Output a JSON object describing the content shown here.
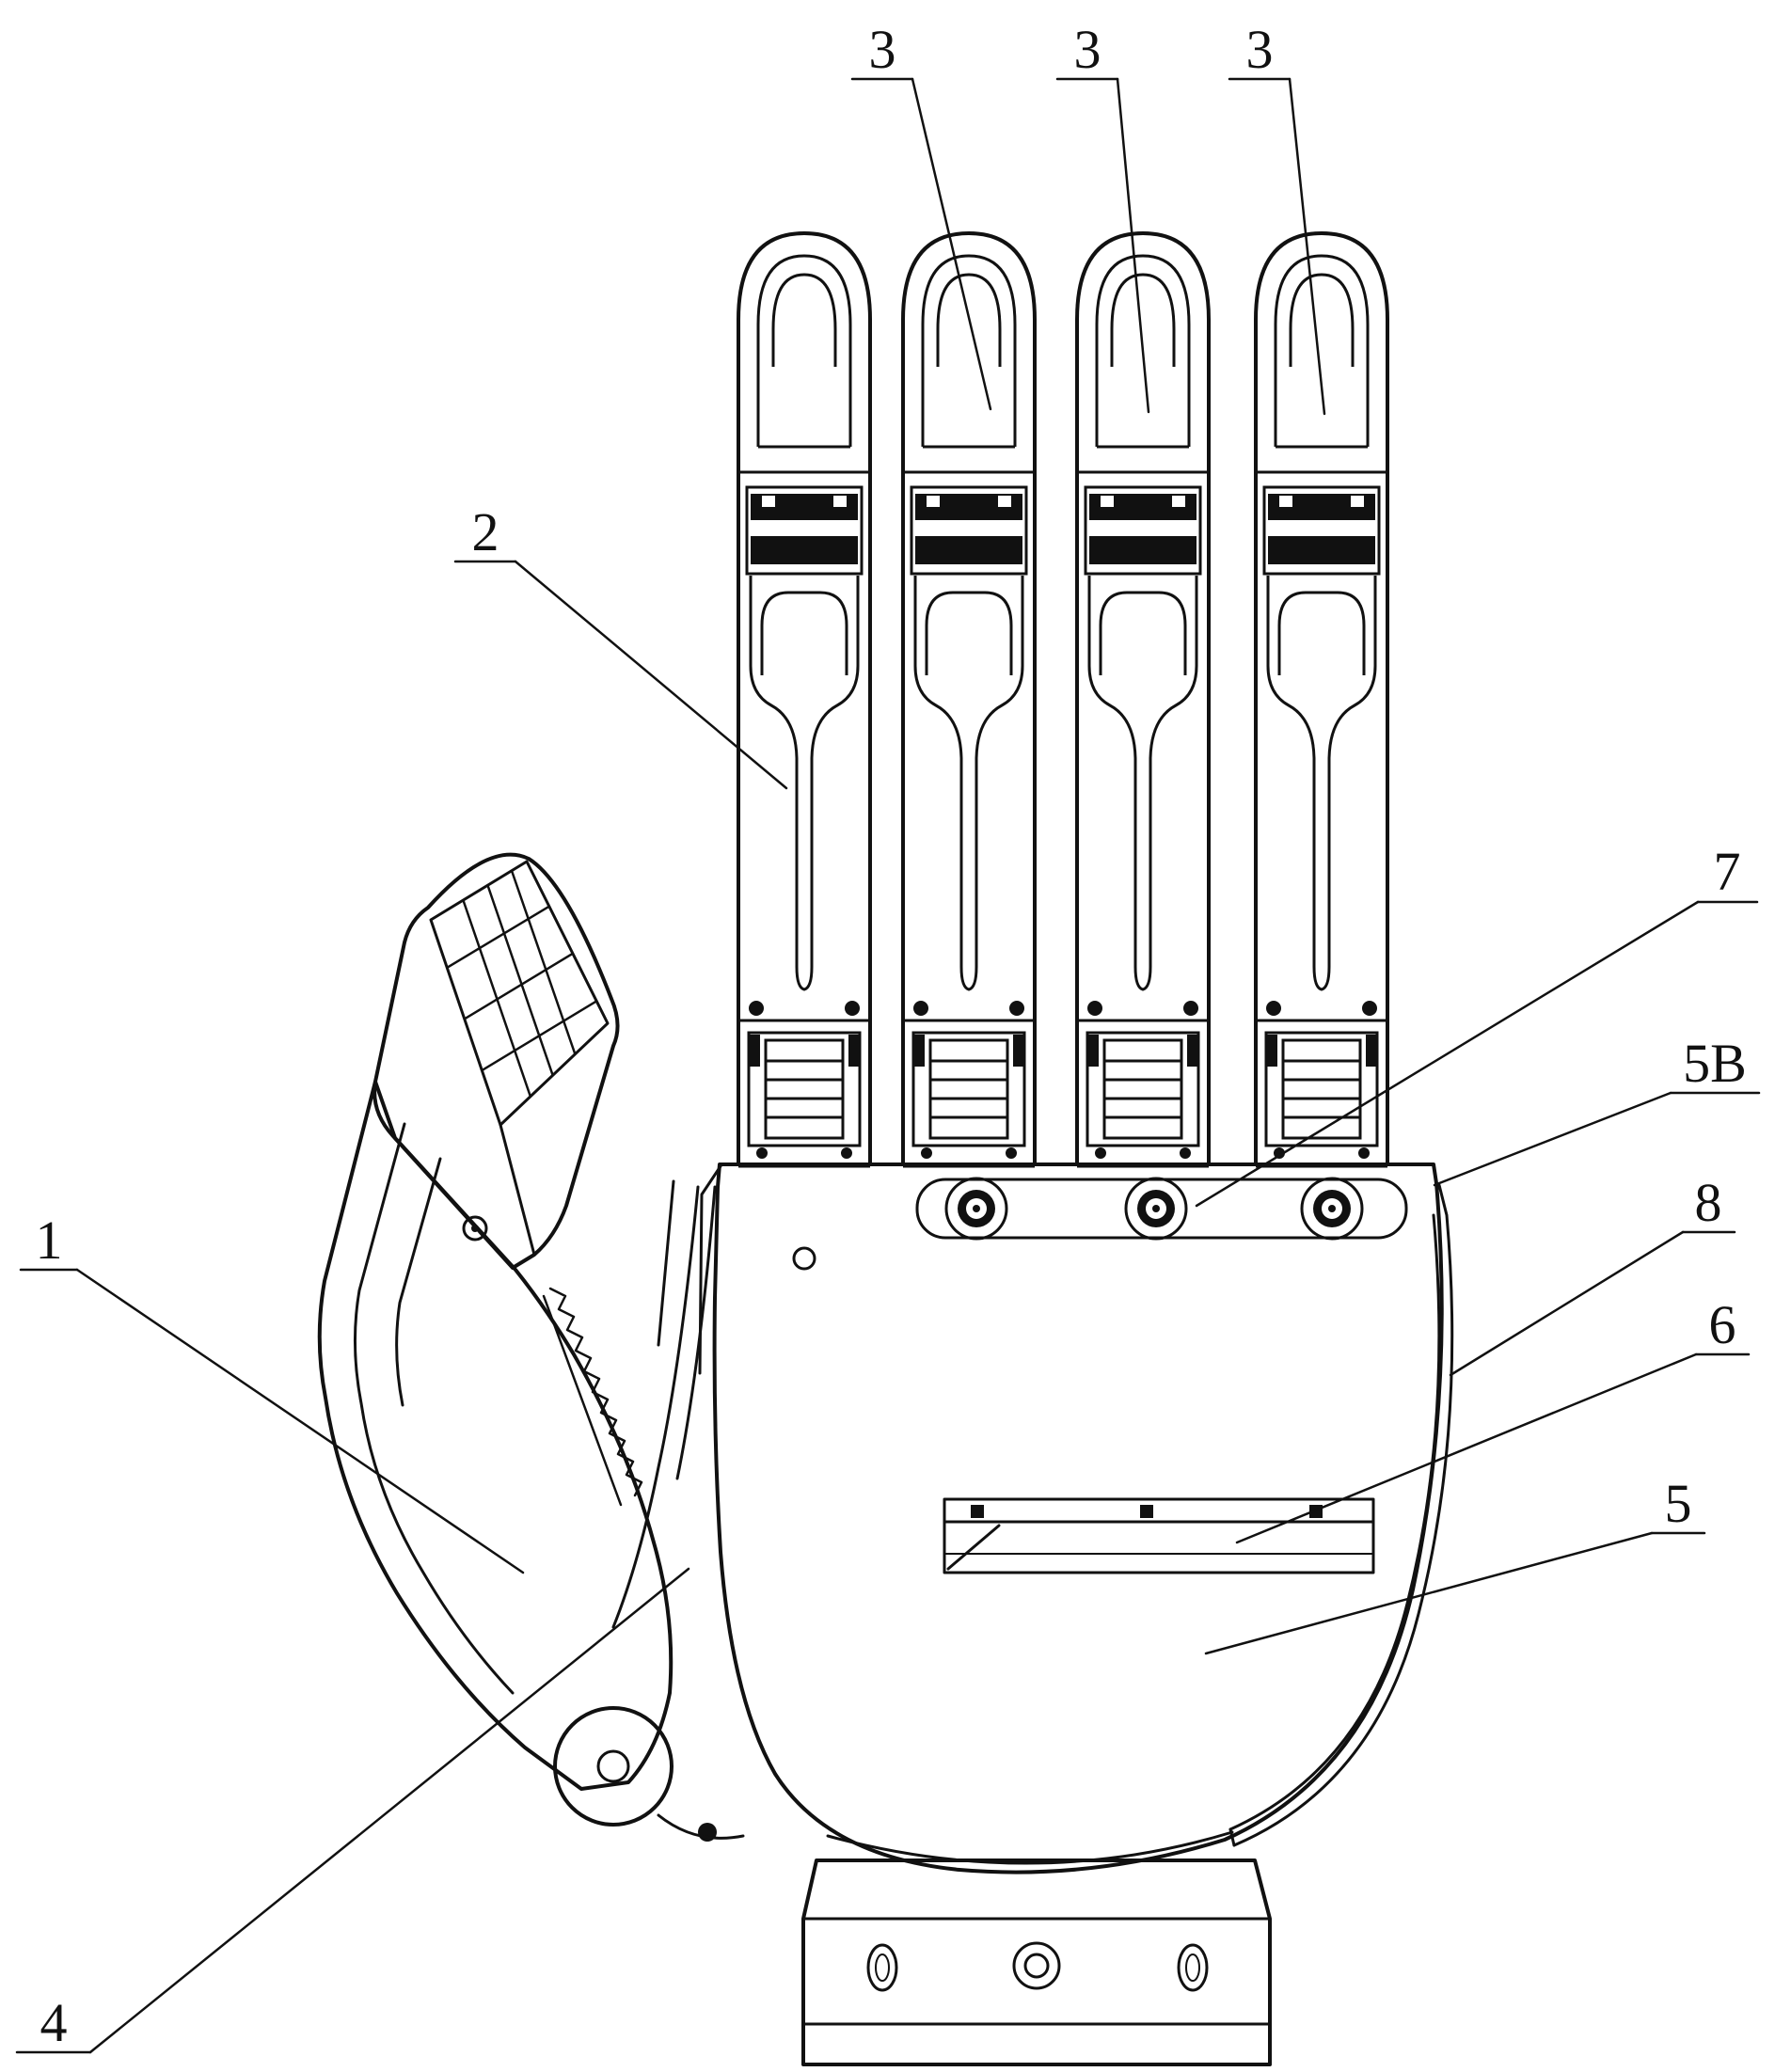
{
  "figure": {
    "colors": {
      "background": "#ffffff",
      "ink": "#111111"
    },
    "labels": {
      "l3a": "3",
      "l3b": "3",
      "l3c": "3",
      "l2": "2",
      "l7": "7",
      "l5b": "5B",
      "l8": "8",
      "l6": "6",
      "l5": "5",
      "l1": "1",
      "l4": "4"
    }
  }
}
